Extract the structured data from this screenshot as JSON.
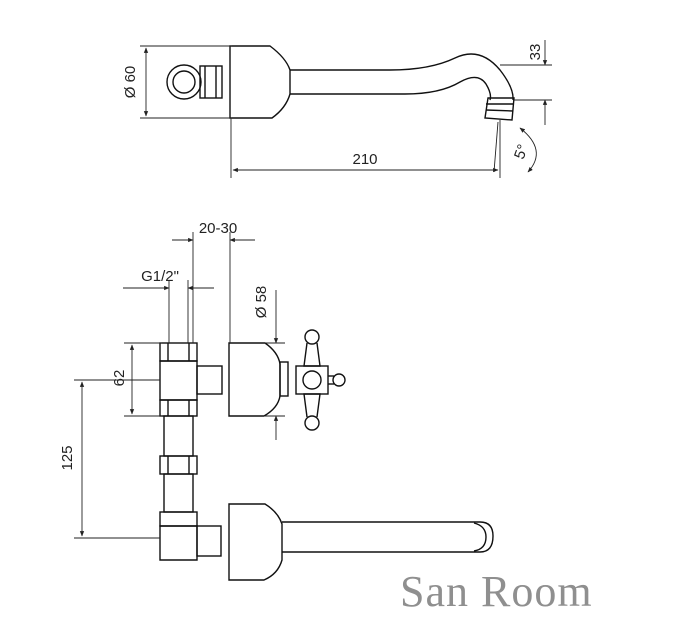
{
  "dimensions": {
    "diameter_60": "Ø 60",
    "height_33": "33",
    "length_210": "210",
    "angle_5": "5°",
    "depth_20_30": "20-30",
    "thread_g12": "G1/2\"",
    "diameter_58": "Ø 58",
    "height_62": "62",
    "height_125": "125"
  },
  "watermark": "San Room",
  "colors": {
    "line": "#111111",
    "dim_line": "#222222",
    "watermark": "#8f8f8f"
  }
}
